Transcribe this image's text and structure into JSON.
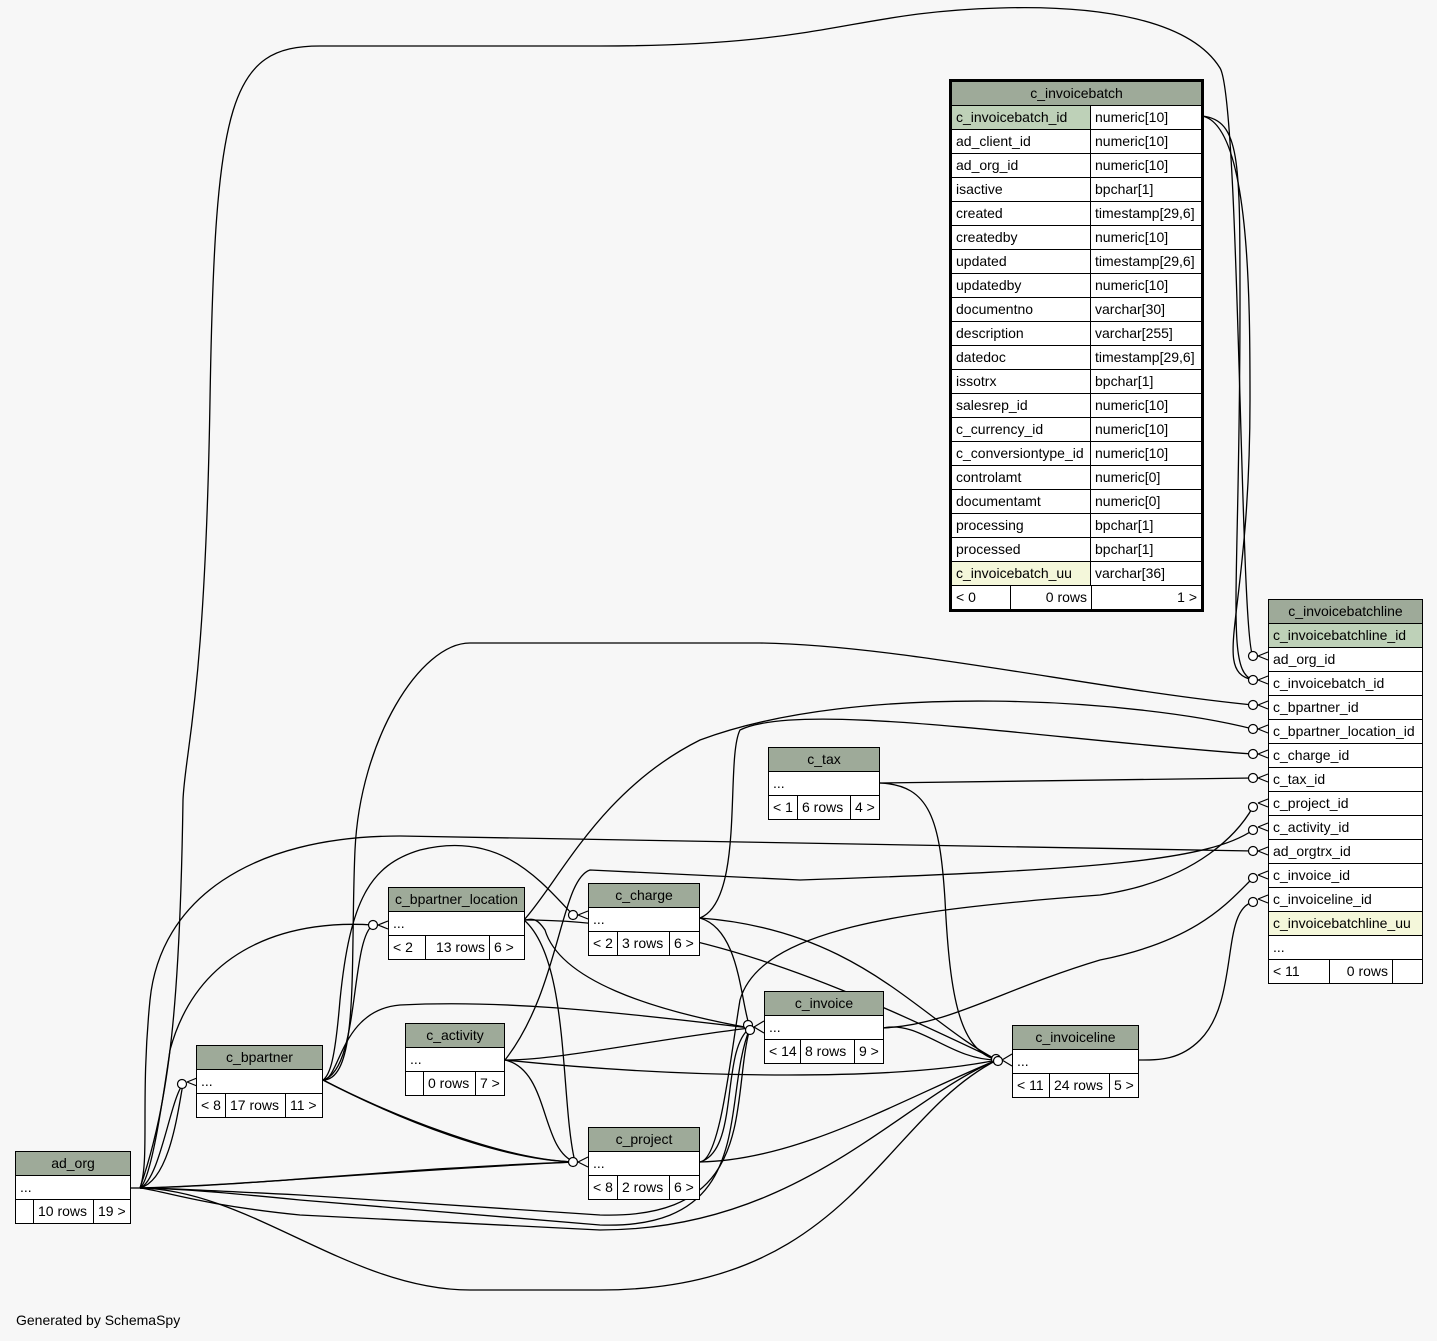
{
  "footer": "Generated by SchemaSpy",
  "c_invoicebatch": {
    "title": "c_invoicebatch",
    "columns": [
      {
        "name": "c_invoicebatch_id",
        "type": "numeric[10]"
      },
      {
        "name": "ad_client_id",
        "type": "numeric[10]"
      },
      {
        "name": "ad_org_id",
        "type": "numeric[10]"
      },
      {
        "name": "isactive",
        "type": "bpchar[1]"
      },
      {
        "name": "created",
        "type": "timestamp[29,6]"
      },
      {
        "name": "createdby",
        "type": "numeric[10]"
      },
      {
        "name": "updated",
        "type": "timestamp[29,6]"
      },
      {
        "name": "updatedby",
        "type": "numeric[10]"
      },
      {
        "name": "documentno",
        "type": "varchar[30]"
      },
      {
        "name": "description",
        "type": "varchar[255]"
      },
      {
        "name": "datedoc",
        "type": "timestamp[29,6]"
      },
      {
        "name": "issotrx",
        "type": "bpchar[1]"
      },
      {
        "name": "salesrep_id",
        "type": "numeric[10]"
      },
      {
        "name": "c_currency_id",
        "type": "numeric[10]"
      },
      {
        "name": "c_conversiontype_id",
        "type": "numeric[10]"
      },
      {
        "name": "controlamt",
        "type": "numeric[0]"
      },
      {
        "name": "documentamt",
        "type": "numeric[0]"
      },
      {
        "name": "processing",
        "type": "bpchar[1]"
      },
      {
        "name": "processed",
        "type": "bpchar[1]"
      },
      {
        "name": "c_invoicebatch_uu",
        "type": "varchar[36]"
      }
    ],
    "footer": {
      "parents": "< 0",
      "rows": "0 rows",
      "children": "1 >"
    }
  },
  "c_invoicebatchline": {
    "title": "c_invoicebatchline",
    "columns": [
      "c_invoicebatchline_id",
      "ad_org_id",
      "c_invoicebatch_id",
      "c_bpartner_id",
      "c_bpartner_location_id",
      "c_charge_id",
      "c_tax_id",
      "c_project_id",
      "c_activity_id",
      "ad_orgtrx_id",
      "c_invoice_id",
      "c_invoiceline_id",
      "c_invoicebatchline_uu",
      "..."
    ],
    "footer": {
      "parents": "< 11",
      "rows": "0 rows",
      "children": ""
    }
  },
  "c_tax": {
    "title": "c_tax",
    "body": "...",
    "footer": {
      "parents": "< 1",
      "rows": "6 rows",
      "children": "4 >"
    }
  },
  "c_bpartner_location": {
    "title": "c_bpartner_location",
    "body": "...",
    "footer": {
      "parents": "< 2",
      "rows": "13 rows",
      "children": "6 >"
    }
  },
  "c_charge": {
    "title": "c_charge",
    "body": "...",
    "footer": {
      "parents": "< 2",
      "rows": "3 rows",
      "children": "6 >"
    }
  },
  "c_invoice": {
    "title": "c_invoice",
    "body": "...",
    "footer": {
      "parents": "< 14",
      "rows": "8 rows",
      "children": "9 >"
    }
  },
  "c_activity": {
    "title": "c_activity",
    "body": "...",
    "footer": {
      "parents": "",
      "rows": "0 rows",
      "children": "7 >"
    }
  },
  "c_invoiceline": {
    "title": "c_invoiceline",
    "body": "...",
    "footer": {
      "parents": "< 11",
      "rows": "24 rows",
      "children": "5 >"
    }
  },
  "c_bpartner": {
    "title": "c_bpartner",
    "body": "...",
    "footer": {
      "parents": "< 8",
      "rows": "17 rows",
      "children": "11 >"
    }
  },
  "c_project": {
    "title": "c_project",
    "body": "...",
    "footer": {
      "parents": "< 8",
      "rows": "2 rows",
      "children": "6 >"
    }
  },
  "ad_org": {
    "title": "ad_org",
    "body": "...",
    "footer": {
      "parents": "",
      "rows": "10 rows",
      "children": "19 >"
    }
  }
}
